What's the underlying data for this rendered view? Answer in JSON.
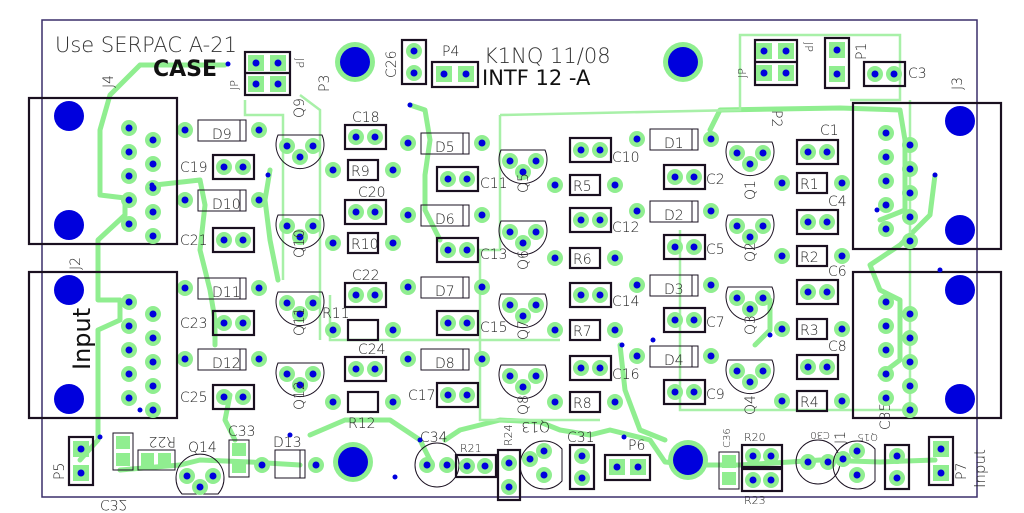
{
  "board": {
    "case_note": "Use SERPAC A-21",
    "case_label": "CASE",
    "author_line": "K1NQ 11/08",
    "board_id": "INTF 12 -A",
    "input_label_j2": "Input",
    "input_label_p7": "Input",
    "jumper_label": "JP"
  },
  "colors": {
    "trace": "#90ee90",
    "pad": "#0000dd",
    "silk": "#1a1020",
    "outline": "#3a2f6a"
  },
  "components": {
    "diodes": [
      "D1",
      "D2",
      "D3",
      "D4",
      "D5",
      "D6",
      "D7",
      "D8",
      "D9",
      "D10",
      "D11",
      "D12",
      "D13"
    ],
    "capacitors": [
      "C1",
      "C2",
      "C3",
      "C4",
      "C5",
      "C6",
      "C7",
      "C8",
      "C9",
      "C10",
      "C11",
      "C12",
      "C13",
      "C14",
      "C15",
      "C16",
      "C17",
      "C18",
      "C19",
      "C20",
      "C21",
      "C22",
      "C23",
      "C24",
      "C25",
      "C26",
      "C30",
      "C31",
      "C32",
      "C33",
      "C34",
      "C35",
      "C36"
    ],
    "resistors": [
      "R1",
      "R2",
      "R3",
      "R4",
      "R5",
      "R6",
      "R7",
      "R8",
      "R9",
      "R10",
      "R11",
      "R12",
      "R20",
      "R21",
      "R22",
      "R23",
      "R24"
    ],
    "transistors": [
      "Q1",
      "Q2",
      "Q3",
      "Q4",
      "Q5",
      "Q6",
      "Q7",
      "Q8",
      "Q9",
      "Q10",
      "Q11",
      "Q12",
      "Q13",
      "Q14",
      "Q15"
    ],
    "connectors": [
      "J1",
      "J2",
      "J3",
      "J4"
    ],
    "headers": [
      "P1",
      "P2",
      "P3",
      "P4",
      "P5",
      "P6",
      "P7"
    ]
  }
}
